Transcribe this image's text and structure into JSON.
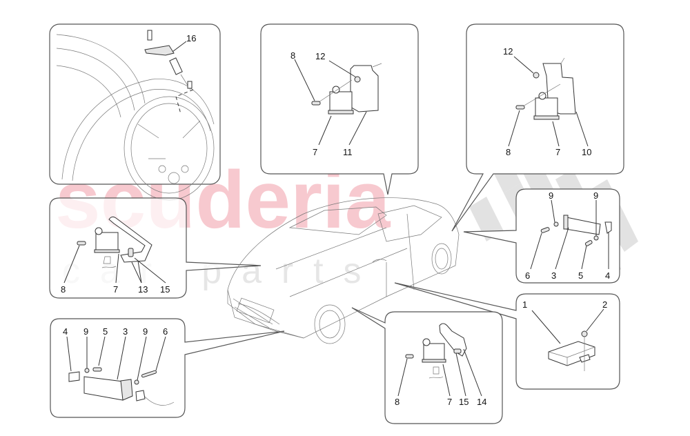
{
  "watermark": {
    "brand": "scuderia",
    "subtitle": "c  a  r     p  a  r  t  s",
    "brand_color": "#f7c9cf",
    "subtitle_color": "#e6e6e6"
  },
  "colors": {
    "panel_border": "#555555",
    "line": "#333333",
    "background": "#ffffff"
  },
  "panels": [
    {
      "id": "tyre-valve-sensor",
      "labels": [
        "16"
      ]
    },
    {
      "id": "centre-module-bracket-a",
      "labels": [
        "8",
        "12",
        "7",
        "11"
      ]
    },
    {
      "id": "rear-module-bracket",
      "labels": [
        "12",
        "8",
        "7",
        "10"
      ]
    },
    {
      "id": "rear-antenna",
      "labels": [
        "9",
        "9",
        "6",
        "3",
        "5",
        "4"
      ]
    },
    {
      "id": "front-left-module",
      "labels": [
        "8",
        "7",
        "13",
        "15"
      ]
    },
    {
      "id": "control-unit",
      "labels": [
        "1",
        "2"
      ]
    },
    {
      "id": "front-antenna",
      "labels": [
        "4",
        "9",
        "5",
        "3",
        "9",
        "6"
      ]
    },
    {
      "id": "front-right-module",
      "labels": [
        "8",
        "7",
        "15",
        "14"
      ]
    }
  ]
}
